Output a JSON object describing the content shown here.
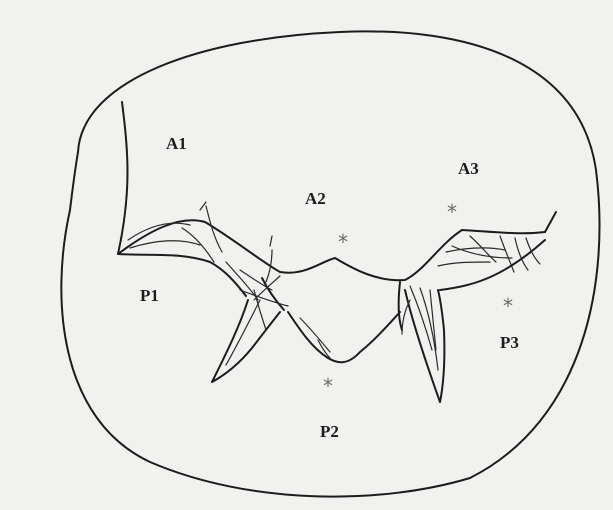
{
  "labels": {
    "a1": "A1",
    "a2": "A2",
    "a3": "A3",
    "p1": "P1",
    "p2": "P2",
    "p3": "P3"
  },
  "markers": {
    "symbol": "*",
    "count": 4
  },
  "colors": {
    "background": "#f1f1ef",
    "ink": "#1c1c1c",
    "marker": "#6a6a6a"
  }
}
